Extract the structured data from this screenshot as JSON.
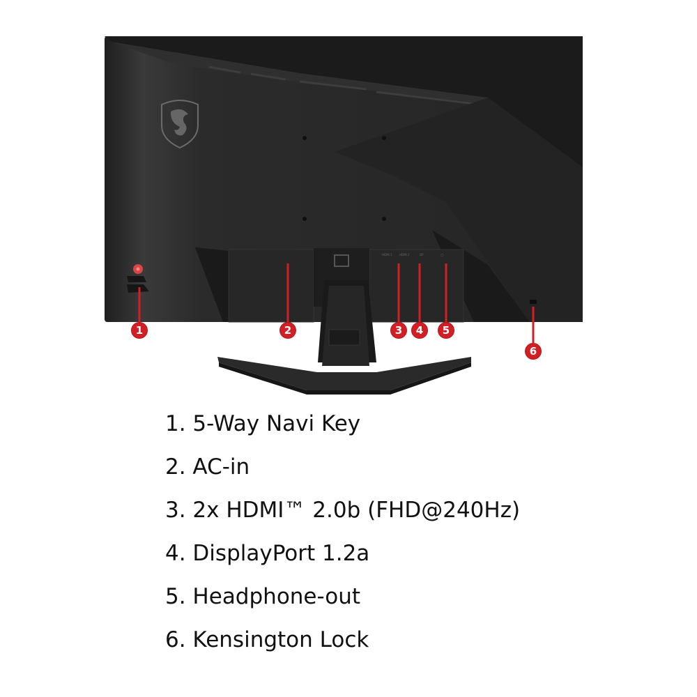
{
  "product_image": {
    "description": "Rear view of MSI gaming monitor on V-shaped stand",
    "logo": "msi-dragon-shield-logo",
    "accent_color": "#d21f26",
    "body_color": "#2a2a2a"
  },
  "callouts": [
    {
      "number": "1",
      "target": "5-way navi key"
    },
    {
      "number": "2",
      "target": "AC-in"
    },
    {
      "number": "3",
      "target": "HDMI ports"
    },
    {
      "number": "4",
      "target": "DisplayPort"
    },
    {
      "number": "5",
      "target": "Headphone-out"
    },
    {
      "number": "6",
      "target": "Kensington lock"
    }
  ],
  "features": [
    {
      "label": "1. 5-Way Navi Key"
    },
    {
      "label": "2. AC-in"
    },
    {
      "label": "3. 2x HDMI™  2.0b (FHD@240Hz)"
    },
    {
      "label": "4. DisplayPort 1.2a"
    },
    {
      "label": "5. Headphone-out"
    },
    {
      "label": "6. Kensington Lock"
    }
  ]
}
